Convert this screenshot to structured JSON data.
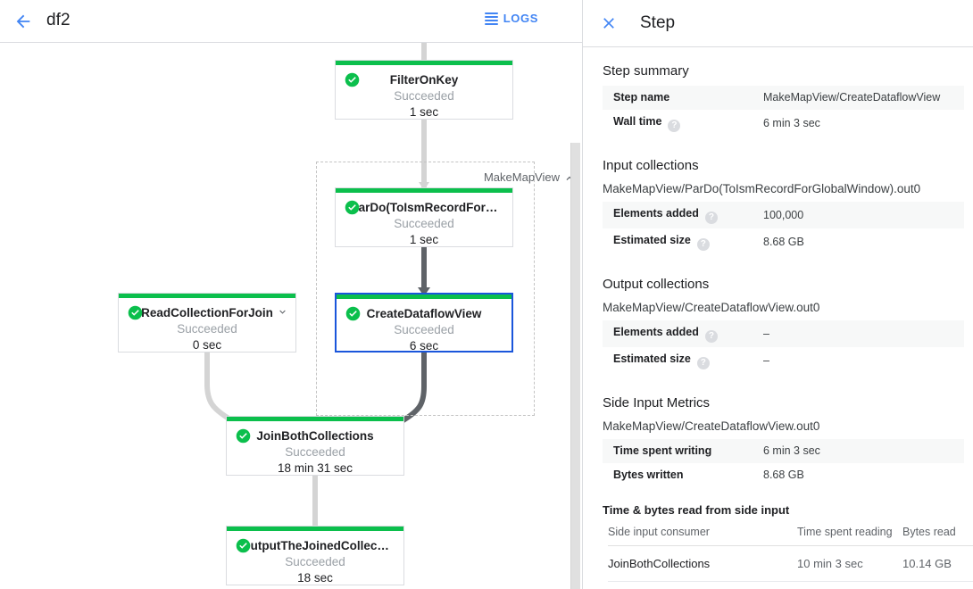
{
  "header": {
    "back_icon": "arrow-left-icon",
    "job_title": "df2",
    "logs_label": "LOGS",
    "logs_icon": "logs-list-icon",
    "accent": "#4285f4"
  },
  "graph": {
    "group": {
      "label": "MakeMapView",
      "collapse_icon": "chevron-up-icon"
    },
    "status_color": "#0bbf4c",
    "selected_border_color": "#1a56db",
    "nodes": [
      {
        "id": "filteronkey",
        "name": "FilterOnKey",
        "status": "Succeeded",
        "duration": "1 sec",
        "status_icon": "check-circle-icon",
        "selected": false,
        "has_chevron": false
      },
      {
        "id": "pardo",
        "name": "ParDo(ToIsmRecordFor…",
        "status": "Succeeded",
        "duration": "1 sec",
        "status_icon": "check-circle-icon",
        "selected": false,
        "has_chevron": false
      },
      {
        "id": "createdataflowview",
        "name": "CreateDataflowView",
        "status": "Succeeded",
        "duration": "6 sec",
        "status_icon": "check-circle-icon",
        "selected": true,
        "has_chevron": false
      },
      {
        "id": "readcollectionforjoin",
        "name": "ReadCollectionForJoin",
        "status": "Succeeded",
        "duration": "0 sec",
        "status_icon": "check-circle-icon",
        "selected": false,
        "has_chevron": true,
        "chevron_icon": "chevron-down-icon"
      },
      {
        "id": "joinbothcollections",
        "name": "JoinBothCollections",
        "status": "Succeeded",
        "duration": "18 min 31 sec",
        "status_icon": "check-circle-icon",
        "selected": false,
        "has_chevron": false
      },
      {
        "id": "outputthejoined",
        "name": "OutputTheJoinedCollec…",
        "status": "Succeeded",
        "duration": "18 sec",
        "status_icon": "check-circle-icon",
        "selected": false,
        "has_chevron": false
      }
    ]
  },
  "panel": {
    "close_icon": "close-icon",
    "title": "Step",
    "step_summary": {
      "heading": "Step summary",
      "rows": [
        {
          "key": "Step name",
          "value": "MakeMapView/CreateDataflowView",
          "help": false
        },
        {
          "key": "Wall time",
          "value": "6 min 3 sec",
          "help": true
        }
      ]
    },
    "input_collections": {
      "heading": "Input collections",
      "collection_name": "MakeMapView/ParDo(ToIsmRecordForGlobalWindow).out0",
      "rows": [
        {
          "key": "Elements added",
          "value": "100,000",
          "help": true
        },
        {
          "key": "Estimated size",
          "value": "8.68 GB",
          "help": true
        }
      ]
    },
    "output_collections": {
      "heading": "Output collections",
      "collection_name": "MakeMapView/CreateDataflowView.out0",
      "rows": [
        {
          "key": "Elements added",
          "value": "–",
          "help": true
        },
        {
          "key": "Estimated size",
          "value": "–",
          "help": true
        }
      ]
    },
    "side_input_metrics": {
      "heading": "Side Input Metrics",
      "collection_name": "MakeMapView/CreateDataflowView.out0",
      "rows": [
        {
          "key": "Time spent writing",
          "value": "6 min 3 sec",
          "help": false
        },
        {
          "key": "Bytes written",
          "value": "8.68 GB",
          "help": false
        }
      ],
      "table_title": "Time & bytes read from side input",
      "columns": [
        "Side input consumer",
        "Time spent reading",
        "Bytes read"
      ],
      "rows_data": [
        [
          "JoinBothCollections",
          "10 min 3 sec",
          "10.14 GB"
        ]
      ]
    },
    "help_glyph": "?"
  }
}
